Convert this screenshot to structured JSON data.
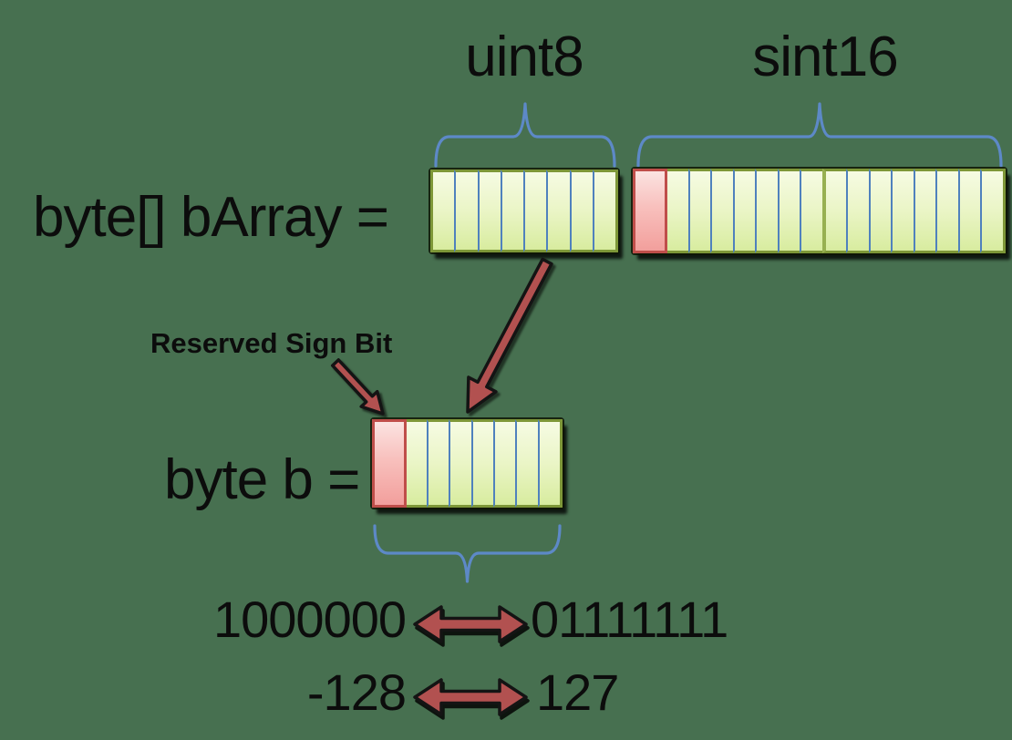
{
  "labels": {
    "uint8": "uint8",
    "sint16": "sint16",
    "barray_assignment": "byte[] bArray =",
    "byte_assignment": "byte b =",
    "reserved_sign_bit": "Reserved Sign Bit"
  },
  "range_mapping": {
    "binary_min": "1000000",
    "binary_max": "01111111",
    "decimal_min": "-128",
    "decimal_max": "127"
  },
  "boxes": {
    "uint8": {
      "bits": 8,
      "sign_first": false
    },
    "sint16": {
      "bits": 16,
      "sign_first": true,
      "mid_divider_index": 8
    },
    "byte_b": {
      "bits": 8,
      "sign_first": true
    }
  },
  "colors": {
    "background": "#477050",
    "cell_green": "#d8ec9f",
    "cell_pink": "#f29f9c",
    "box_border_olive": "#7e9738",
    "sign_border_red": "#bf4e4a",
    "bit_divider_blue": "#4f81bd",
    "brace_blue": "#5d89c7",
    "arrow_red": "#b25150",
    "text": "#0c0c0c"
  }
}
